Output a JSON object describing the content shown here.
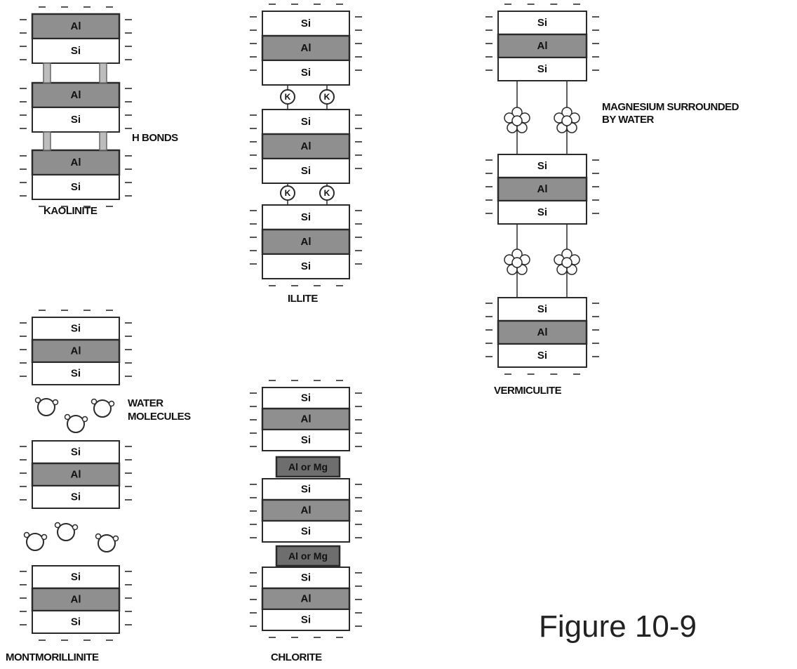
{
  "layers": {
    "si": "Si",
    "al": "Al",
    "interlayer": "Al or Mg",
    "potassium": "K"
  },
  "minerals": {
    "kaolinite": {
      "name": "KAOLINITE",
      "bond_label": "H BONDS"
    },
    "illite": {
      "name": "ILLITE"
    },
    "vermiculite": {
      "name": "VERMICULITE",
      "interlayer_label_line1": "MAGNESIUM SURROUNDED",
      "interlayer_label_line2": "BY WATER"
    },
    "montmorillonite": {
      "name": "MONTMORILLINITE",
      "interlayer_label_line1": "WATER",
      "interlayer_label_line2": "MOLECULES"
    },
    "chlorite": {
      "name": "CHLORITE"
    }
  },
  "figure_caption": "Figure 10-9",
  "colors": {
    "si_fill": "#ffffff",
    "al_fill": "#8f8f8f",
    "interlayer_fill": "#6e6e6e",
    "stroke": "#2a2a2a"
  }
}
